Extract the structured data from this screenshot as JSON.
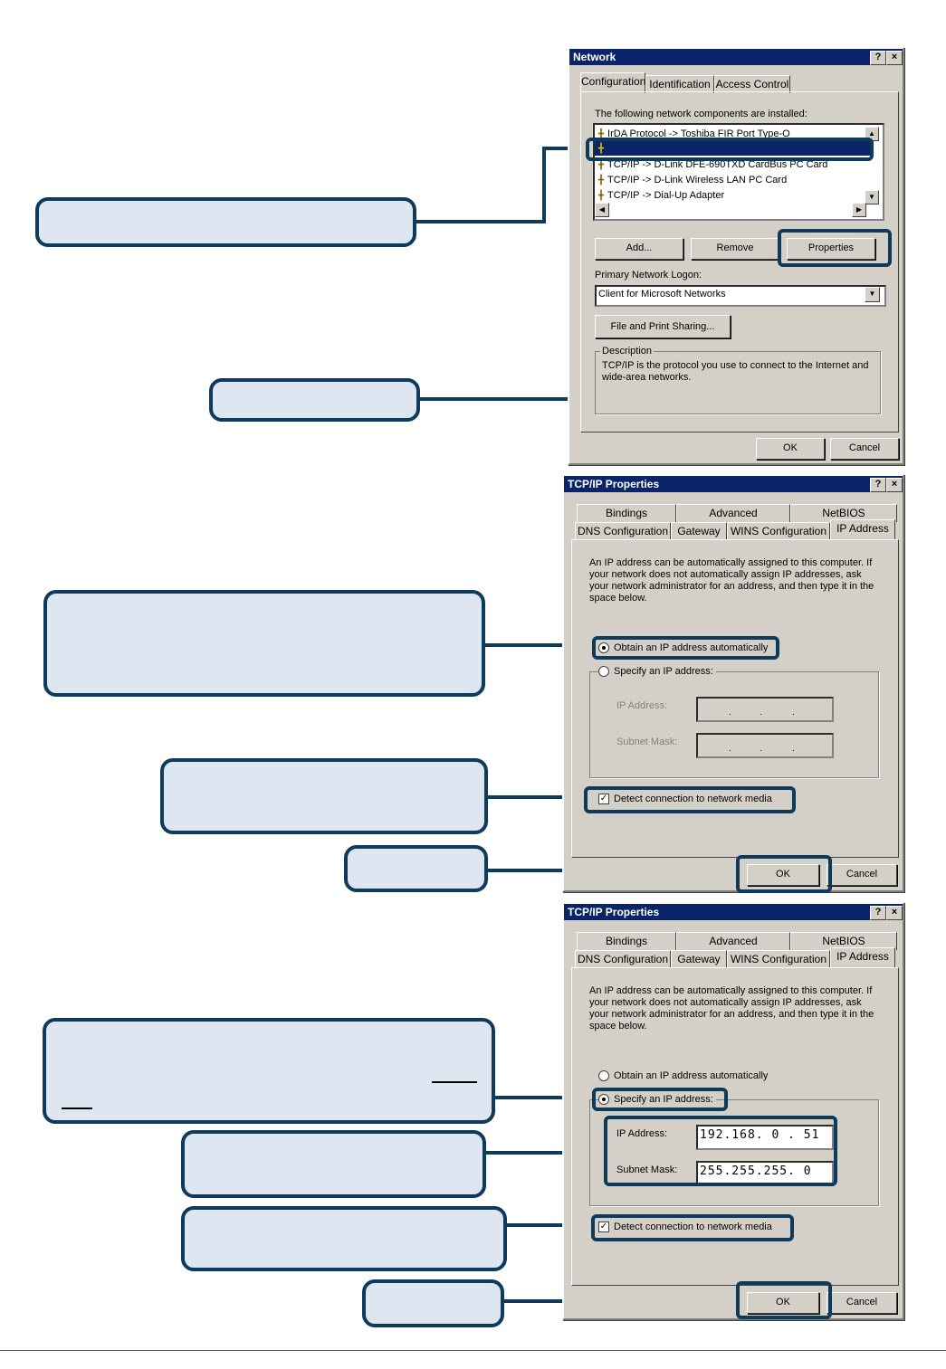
{
  "network": {
    "title": "Network",
    "help": "?",
    "close": "×",
    "tabs": [
      "Configuration",
      "Identification",
      "Access Control"
    ],
    "installed_label": "The following network components are installed:",
    "components": [
      "IrDA Protocol -> Toshiba FIR Port Type-O",
      "",
      "TCP/IP -> D-Link DFE-690TXD CardBus PC Card",
      "TCP/IP -> D-Link Wireless LAN PC Card",
      "TCP/IP -> Dial-Up Adapter"
    ],
    "add": "Add...",
    "remove": "Remove",
    "properties": "Properties",
    "logon_label": "Primary Network Logon:",
    "logon_value": "Client for Microsoft Networks",
    "file_print": "File and Print Sharing...",
    "description_label": "Description",
    "description": "TCP/IP is the protocol you use to connect to the Internet and wide-area networks.",
    "ok": "OK",
    "cancel": "Cancel"
  },
  "tcp1": {
    "title": "TCP/IP Properties",
    "tabs_top": [
      "Bindings",
      "Advanced",
      "NetBIOS"
    ],
    "tabs_bottom": [
      "DNS Configuration",
      "Gateway",
      "WINS Configuration",
      "IP Address"
    ],
    "info": "An IP address can be automatically assigned to this computer. If your network does not automatically assign IP addresses, ask your network administrator for an address, and then type it in the space below.",
    "obtain": "Obtain an IP address automatically",
    "specify": "Specify an IP address:",
    "ip_label": "IP Address:",
    "mask_label": "Subnet Mask:",
    "detect": "Detect connection to network media",
    "ok": "OK",
    "cancel": "Cancel"
  },
  "tcp2": {
    "title": "TCP/IP Properties",
    "tabs_top": [
      "Bindings",
      "Advanced",
      "NetBIOS"
    ],
    "tabs_bottom": [
      "DNS Configuration",
      "Gateway",
      "WINS Configuration",
      "IP Address"
    ],
    "info": "An IP address can be automatically assigned to this computer. If your network does not automatically assign IP addresses, ask your network administrator for an address, and then type it in the space below.",
    "obtain": "Obtain an IP address automatically",
    "specify": "Specify an IP address:",
    "ip_label": "IP Address:",
    "ip_value": "192.168. 0 . 51",
    "mask_label": "Subnet Mask:",
    "mask_value": "255.255.255. 0",
    "detect": "Detect connection to network media",
    "ok": "OK",
    "cancel": "Cancel"
  },
  "colors": {
    "callout_fill": "#dde6f1",
    "callout_border": "#0e3a5c",
    "title_bar": "#0a246a"
  }
}
